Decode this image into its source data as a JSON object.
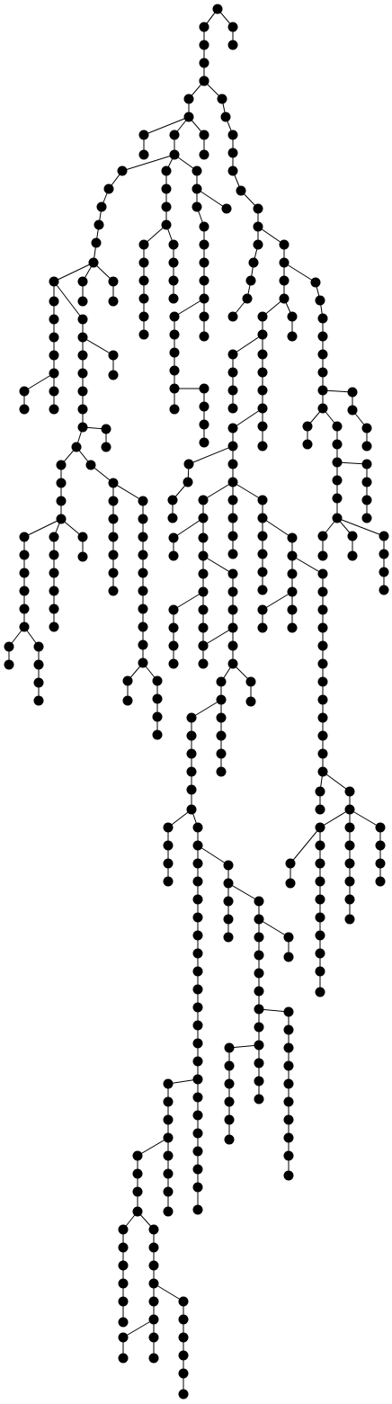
{
  "diagram": {
    "type": "tree",
    "node_color": "#000000",
    "edge_color": "#000000",
    "background": "#ffffff",
    "root_id": "r",
    "chains": [
      {
        "id": "r",
        "parent": null,
        "length": 1
      },
      {
        "id": "s",
        "parent": "r",
        "length": 2
      },
      {
        "id": "t",
        "parent": "r",
        "length": 4
      },
      {
        "id": "a",
        "parent": "t",
        "length": 1
      },
      {
        "id": "a1",
        "parent": "a",
        "length": 1
      },
      {
        "id": "a2",
        "parent": "a",
        "length": 2
      },
      {
        "id": "a3",
        "parent": "a",
        "length": 1
      },
      {
        "id": "a4",
        "parent": "a",
        "length": 1
      },
      {
        "id": "b",
        "parent": "a2",
        "length": 5
      },
      {
        "id": "b1",
        "parent": "b",
        "length": 3
      },
      {
        "id": "b2",
        "parent": "b",
        "length": 2
      },
      {
        "id": "b3",
        "parent": "b",
        "length": 1
      },
      {
        "id": "b1a",
        "parent": "b1",
        "length": 2
      },
      {
        "id": "b1b",
        "parent": "b1",
        "length": 2
      },
      {
        "id": "b1c",
        "parent": "b1",
        "length": 1
      },
      {
        "id": "b2a",
        "parent": "b2",
        "length": 3
      },
      {
        "id": "b2b",
        "parent": "b2",
        "length": 1
      },
      {
        "id": "b2c",
        "parent": "b2",
        "length": 6
      },
      {
        "id": "b2d",
        "parent": "b2",
        "length": 1
      },
      {
        "id": "c",
        "parent": "a2",
        "length": 4
      },
      {
        "id": "c1",
        "parent": "c",
        "length": 6
      },
      {
        "id": "c2",
        "parent": "c",
        "length": 6
      },
      {
        "id": "d",
        "parent": "b1b",
        "length": 1
      },
      {
        "id": "d1",
        "parent": "d",
        "length": 4
      },
      {
        "id": "d1a",
        "parent": "d1",
        "length": 2
      },
      {
        "id": "d1b",
        "parent": "d1",
        "length": 2
      },
      {
        "id": "e",
        "parent": "b2d",
        "length": 5
      },
      {
        "id": "e1",
        "parent": "e",
        "length": 1
      },
      {
        "id": "e2",
        "parent": "e",
        "length": 1
      },
      {
        "id": "e3",
        "parent": "e",
        "length": 1
      },
      {
        "id": "f",
        "parent": "e2",
        "length": 2
      },
      {
        "id": "f1",
        "parent": "f",
        "length": 1
      },
      {
        "id": "f2",
        "parent": "f",
        "length": 2
      },
      {
        "id": "g",
        "parent": "f2",
        "length": 1
      },
      {
        "id": "g1",
        "parent": "g",
        "length": 5
      },
      {
        "id": "g2",
        "parent": "g",
        "length": 4
      },
      {
        "id": "g3",
        "parent": "g",
        "length": 1
      },
      {
        "id": "g1a",
        "parent": "g1",
        "length": 2
      },
      {
        "id": "g1b",
        "parent": "g1",
        "length": 4
      },
      {
        "id": "g2a",
        "parent": "g2",
        "length": 8
      },
      {
        "id": "h",
        "parent": "g2",
        "length": 2
      },
      {
        "id": "h1",
        "parent": "h",
        "length": 6
      },
      {
        "id": "h2",
        "parent": "h",
        "length": 3
      },
      {
        "id": "i",
        "parent": "h2",
        "length": 1
      },
      {
        "id": "i1",
        "parent": "i",
        "length": 6
      },
      {
        "id": "i2",
        "parent": "i",
        "length": 2
      },
      {
        "id": "j",
        "parent": "i1",
        "length": 3
      },
      {
        "id": "j1",
        "parent": "j",
        "length": 6
      },
      {
        "id": "j2",
        "parent": "j",
        "length": 1
      },
      {
        "id": "k",
        "parent": "i2",
        "length": 3
      },
      {
        "id": "k1",
        "parent": "k",
        "length": 1
      },
      {
        "id": "k2",
        "parent": "k",
        "length": 5
      },
      {
        "id": "l",
        "parent": "k2",
        "length": 1
      },
      {
        "id": "l1",
        "parent": "l",
        "length": 3
      },
      {
        "id": "l2",
        "parent": "l",
        "length": 1
      },
      {
        "id": "m",
        "parent": "l2",
        "length": 2
      },
      {
        "id": "m1",
        "parent": "m",
        "length": 1
      },
      {
        "id": "m2",
        "parent": "m",
        "length": 1
      },
      {
        "id": "m3",
        "parent": "m",
        "length": 1
      },
      {
        "id": "n",
        "parent": "m2",
        "length": 1
      },
      {
        "id": "n1",
        "parent": "n",
        "length": 1
      },
      {
        "id": "n2",
        "parent": "n",
        "length": 3
      },
      {
        "id": "n3",
        "parent": "n",
        "length": 2
      },
      {
        "id": "o",
        "parent": "n2",
        "length": 1
      },
      {
        "id": "o1",
        "parent": "o",
        "length": 3
      },
      {
        "id": "o2",
        "parent": "o",
        "length": 2
      },
      {
        "id": "o3",
        "parent": "o",
        "length": 2
      },
      {
        "id": "p",
        "parent": "o3",
        "length": 2
      },
      {
        "id": "p1",
        "parent": "p",
        "length": 1
      },
      {
        "id": "p2",
        "parent": "p",
        "length": 3
      },
      {
        "id": "p3",
        "parent": "p",
        "length": 10
      },
      {
        "id": "q",
        "parent": "o3",
        "length": 11
      },
      {
        "id": "q1",
        "parent": "q",
        "length": 1
      },
      {
        "id": "q2",
        "parent": "q",
        "length": 7
      },
      {
        "id": "q3",
        "parent": "q",
        "length": 3
      },
      {
        "id": "u",
        "parent": "q2",
        "length": 1
      },
      {
        "id": "u1",
        "parent": "u",
        "length": 1
      },
      {
        "id": "u2",
        "parent": "u",
        "length": 9
      }
    ]
  }
}
